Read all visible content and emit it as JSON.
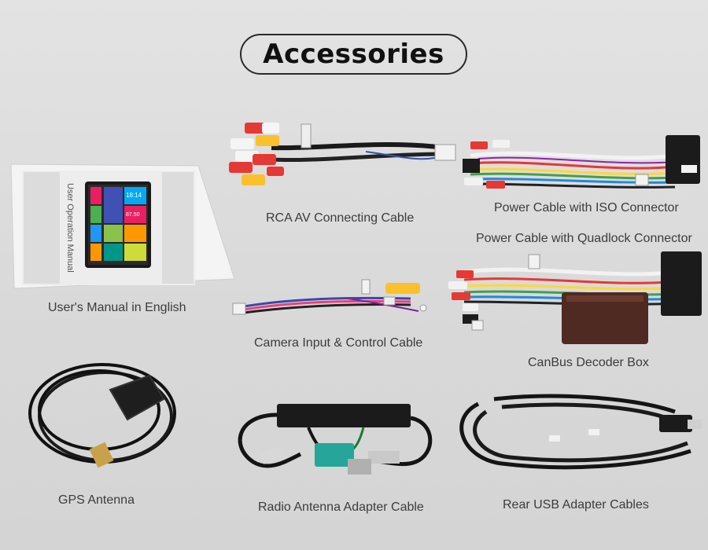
{
  "header": {
    "title": "Accessories"
  },
  "manual": {
    "cover_text": "User Operation Manual",
    "screen_time": "18:14",
    "screen_freq": "87.50",
    "caption": "User's Manual in English"
  },
  "captions": {
    "rca": "RCA AV Connecting Cable",
    "iso": "Power Cable with ISO Connector",
    "quadlock": "Power Cable with Quadlock Connector",
    "camera": "Camera Input & Control Cable",
    "canbus": "CanBus Decoder Box",
    "gps": "GPS Antenna",
    "radio": "Radio Antenna Adapter Cable",
    "usb": "Rear USB Adapter Cables"
  }
}
